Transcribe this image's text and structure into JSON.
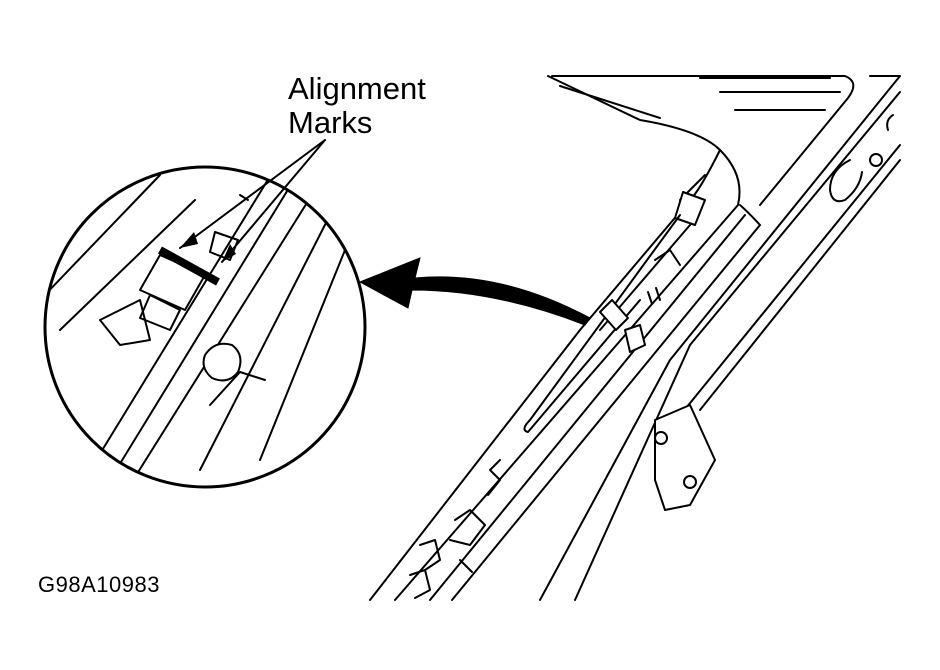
{
  "callout": {
    "line1": "Alignment",
    "line2": "Marks"
  },
  "figure_id": "G98A10983",
  "colors": {
    "ink": "#000000",
    "paper": "#ffffff"
  }
}
